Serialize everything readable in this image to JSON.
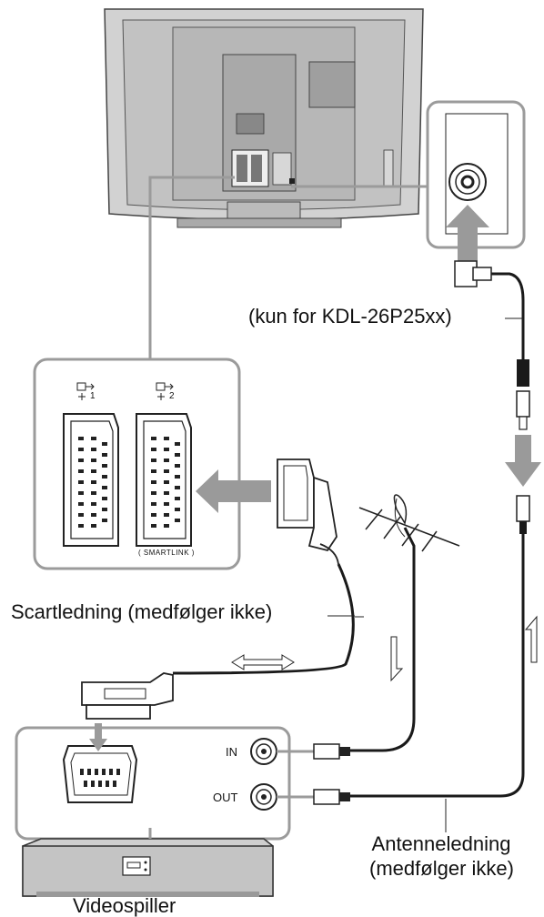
{
  "labels": {
    "tv_model_note": "(kun for KDL-26P25xx)",
    "scart_cable": "Scartledning (medfølger ikke)",
    "antenna_cable_line1": "Antenneledning",
    "antenna_cable_line2": "(medfølger ikke)",
    "vcr": "Videospiller",
    "vcr_in": "IN",
    "vcr_out": "OUT",
    "scart1_label": "1",
    "scart2_label": "2",
    "smartlink": "( SMARTLINK )"
  },
  "colors": {
    "tv_body": "#c9c9c9",
    "tv_back": "#b5b5b5",
    "callout_frame": "#9b9b9b",
    "arrow_fill": "#9a9a9a",
    "cable": "#1a1a1a",
    "line": "#222222",
    "vcr_body": "#cfcfcf"
  },
  "icons": {
    "scart_port_icon": "scart-connector-icon",
    "input_icon": "input-arrow-icon",
    "antenna_icon": "antenna-icon",
    "coax_icon": "coax-connector-icon"
  }
}
